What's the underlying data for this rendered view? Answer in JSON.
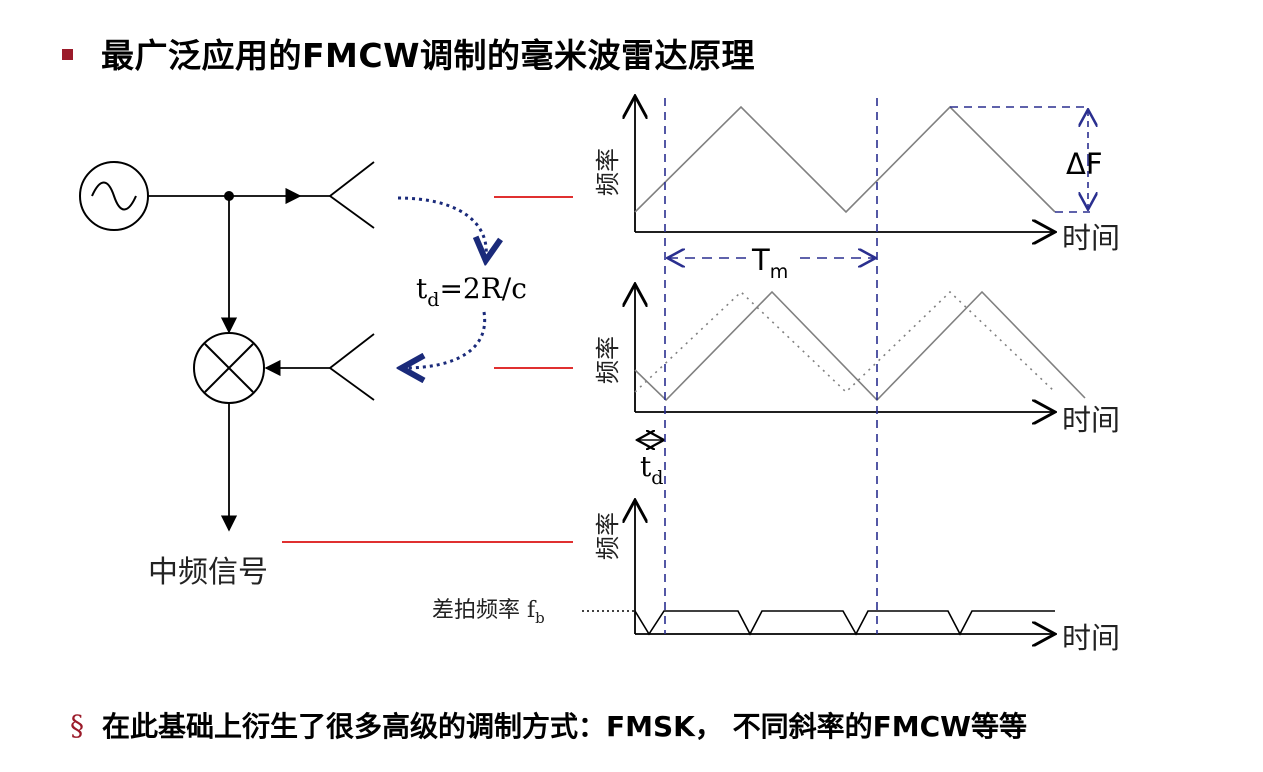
{
  "title": {
    "text": "最广泛应用的FMCW调制的毫米波雷达原理"
  },
  "diagram": {
    "delay_label": "t",
    "delay_sub": "d",
    "delay_rest": "=2R/c",
    "if_signal_label": "中频信号",
    "beat_label": "差拍频率 f",
    "beat_sub": "b",
    "freq_axis_label": "频率",
    "time_axis_label": "时间",
    "period_label": "T",
    "period_sub": "m",
    "bandwidth_label": "ΔF",
    "td_label": "t",
    "td_sub": "d"
  },
  "bottom": {
    "mark": "§",
    "text": "在此基础上衍生了很多高级的调制方式：FMSK， 不同斜率的FMCW等等"
  },
  "colors": {
    "accent": "#9b1b2a",
    "red_line": "#e03030",
    "dashed_blue": "#2a2f8f",
    "arrow_blue": "#1a2a7a",
    "waveform_gray": "#808080",
    "black": "#000000"
  }
}
